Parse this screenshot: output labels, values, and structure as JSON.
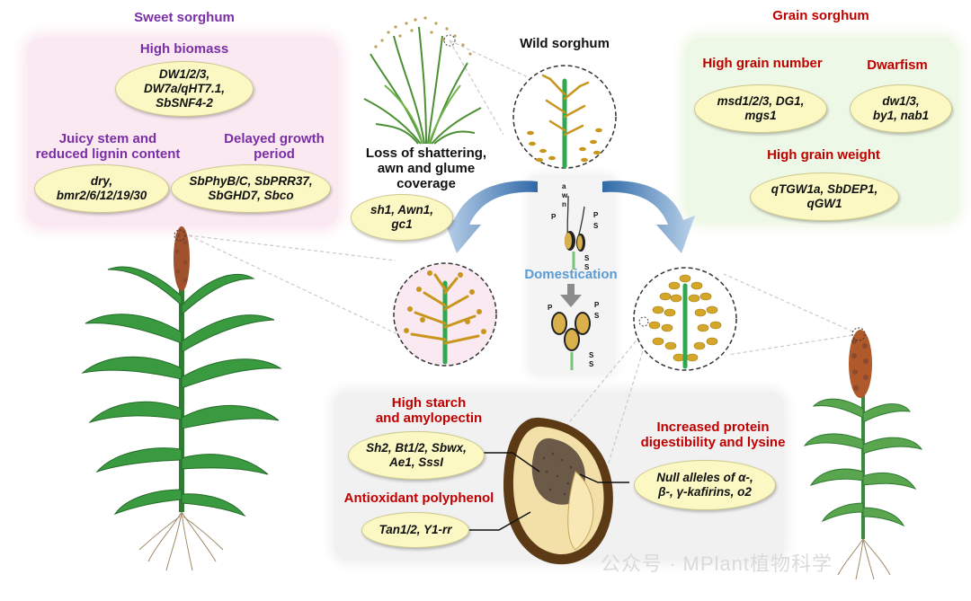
{
  "sweet": {
    "title": "Sweet sorghum",
    "biomass_title": "High biomass",
    "biomass_genes": [
      "DW1/2/3,",
      "DW7a/qHT7.1,",
      "SbSNF4-2"
    ],
    "juicy_title": [
      "Juicy stem and",
      "reduced lignin content"
    ],
    "juicy_genes": [
      "dry,",
      "bmr2/6/12/19/30"
    ],
    "delayed_title": [
      "Delayed growth",
      "period"
    ],
    "delayed_genes": [
      "SbPhyB/C, SbPRR37,",
      "SbGHD7, Sbco"
    ]
  },
  "grain": {
    "title": "Grain sorghum",
    "number_title": "High grain number",
    "number_genes": [
      "msd1/2/3, DG1,",
      "mgs1"
    ],
    "dwarf_title": "Dwarfism",
    "dwarf_genes": [
      "dw1/3,",
      "by1, nab1"
    ],
    "weight_title": "High grain weight",
    "weight_genes": [
      "qTGW1a, SbDEP1,",
      "qGW1"
    ]
  },
  "wild": {
    "title": "Wild sorghum",
    "loss_title": [
      "Loss of shattering,",
      "awn and glume",
      "coverage"
    ],
    "loss_genes": [
      "sh1, Awn1,",
      "gc1"
    ]
  },
  "domestication": {
    "label": "Domestication",
    "spikelet_labels": {
      "awn": [
        "a",
        "w",
        "n"
      ],
      "p": "P",
      "ps": [
        "P",
        "S"
      ],
      "ss": [
        "S",
        "S"
      ]
    }
  },
  "kernel": {
    "starch_title": [
      "High starch",
      "and amylopectin"
    ],
    "starch_genes": [
      "Sh2, Bt1/2, Sbwx,",
      "Ae1, SssI"
    ],
    "poly_title": "Antioxidant polyphenol",
    "poly_genes": [
      "Tan1/2, Y1-rr"
    ],
    "protein_title": [
      "Increased protein",
      "digestibility and lysine"
    ],
    "protein_genes": [
      "Null alleles of α-,",
      "β-, γ-kafirins, o2"
    ]
  },
  "watermark": "公众号 · MPlant植物科学",
  "colors": {
    "purple": "#7a2ea6",
    "red": "#c00000",
    "blue_label": "#5b9bd5",
    "ellipse_fill": "#fbf8c3",
    "stem_green": "#2fa84f",
    "panicle_gold": "#c8a21c",
    "arrow_blue": "#2f69a8",
    "seed_gold": "#f2d27a",
    "sweet_panel": "#fbe9f1",
    "grain_panel": "#eef8e6"
  }
}
